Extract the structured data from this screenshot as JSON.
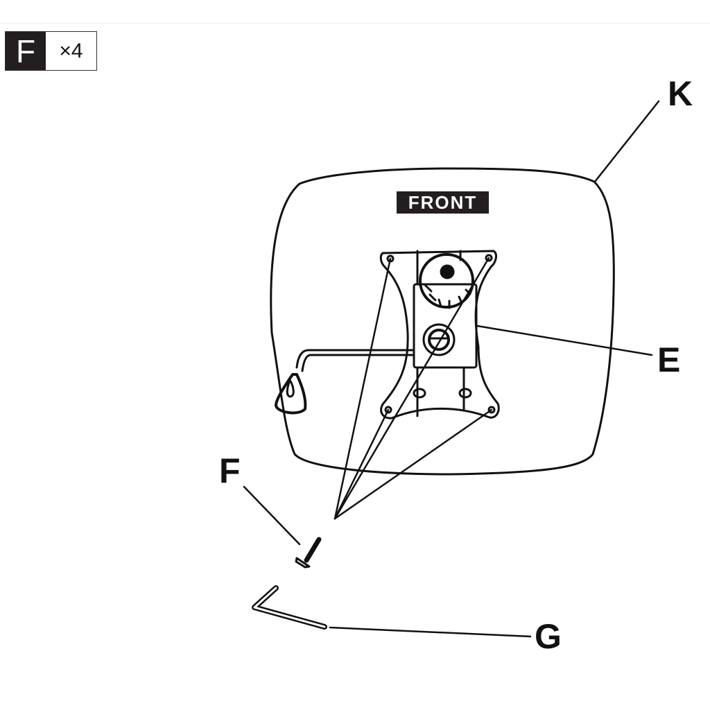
{
  "badge": {
    "part_letter": "F",
    "quantity": "×4"
  },
  "seat": {
    "front_label": "FRONT"
  },
  "labels": {
    "K": "K",
    "E": "E",
    "F": "F",
    "G": "G"
  }
}
